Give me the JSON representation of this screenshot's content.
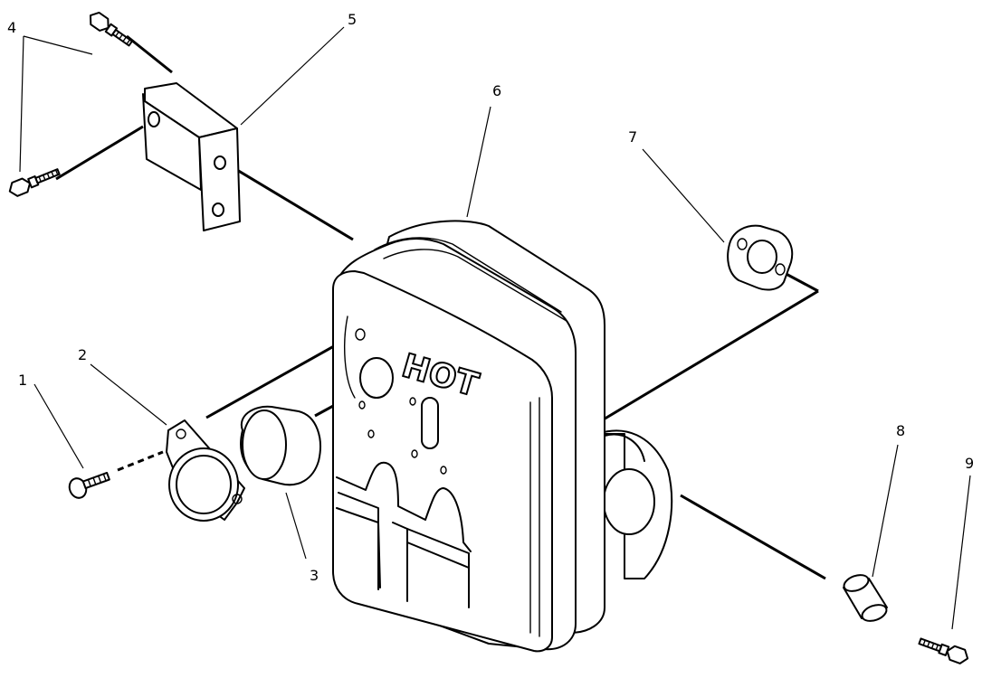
{
  "callouts": [
    {
      "id": "1",
      "label": "1"
    },
    {
      "id": "2",
      "label": "2"
    },
    {
      "id": "3",
      "label": "3"
    },
    {
      "id": "4",
      "label": "4"
    },
    {
      "id": "5",
      "label": "5"
    },
    {
      "id": "6",
      "label": "6"
    },
    {
      "id": "7",
      "label": "7"
    },
    {
      "id": "8",
      "label": "8"
    },
    {
      "id": "9",
      "label": "9"
    }
  ],
  "muffler": {
    "warning_text": "HOT"
  }
}
